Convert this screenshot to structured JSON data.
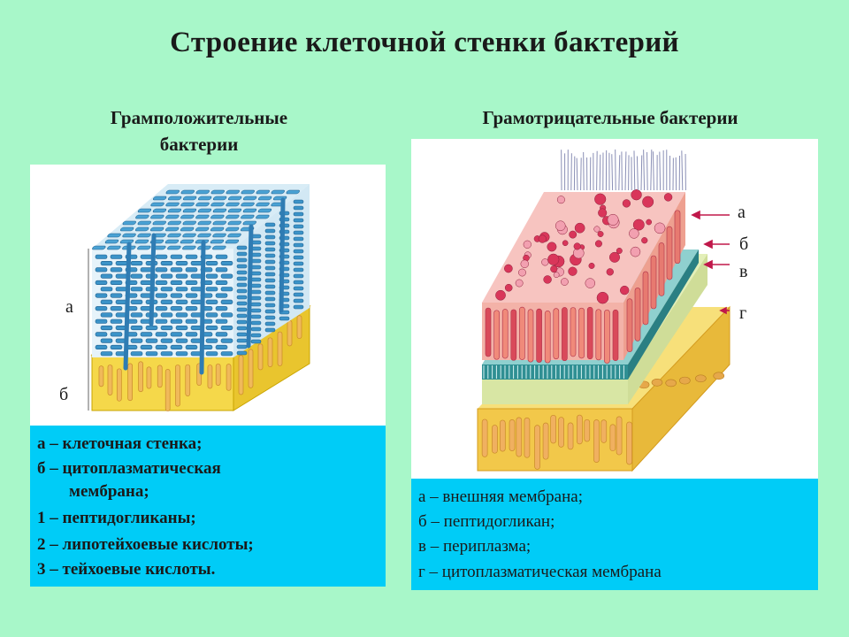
{
  "title": "Строение клеточной стенки бактерий",
  "left": {
    "heading_line1": "Грамположительные",
    "heading_line2": "бактерии",
    "label_a": "а",
    "label_b": "б",
    "legend": [
      "а – клеточная стенка;",
      "б – цитоплазматическая",
      "мембрана;",
      "1 – пептидогликаны;",
      "2 – липотейхоевые кислоты;",
      "3 – тейхоевые кислоты."
    ]
  },
  "right": {
    "heading": "Грамотрицательные бактерии",
    "label_a": "а",
    "label_b": "б",
    "label_v": "в",
    "label_g": "г",
    "legend": [
      "а – внешняя мембрана;",
      "б – пептидогликан;",
      "в – периплазма;",
      "г – цитоплазматическая мембрана"
    ]
  },
  "colors": {
    "background": "#a8f7c9",
    "legend_bg": "#00ccf7",
    "peptidoglycan_blue": "#3b93c8",
    "membrane_yellow": "#f5d84a",
    "outer_membrane_pink": "#f0a8a8",
    "lps_red": "#d9365a",
    "arrow_red": "#c0184a"
  }
}
